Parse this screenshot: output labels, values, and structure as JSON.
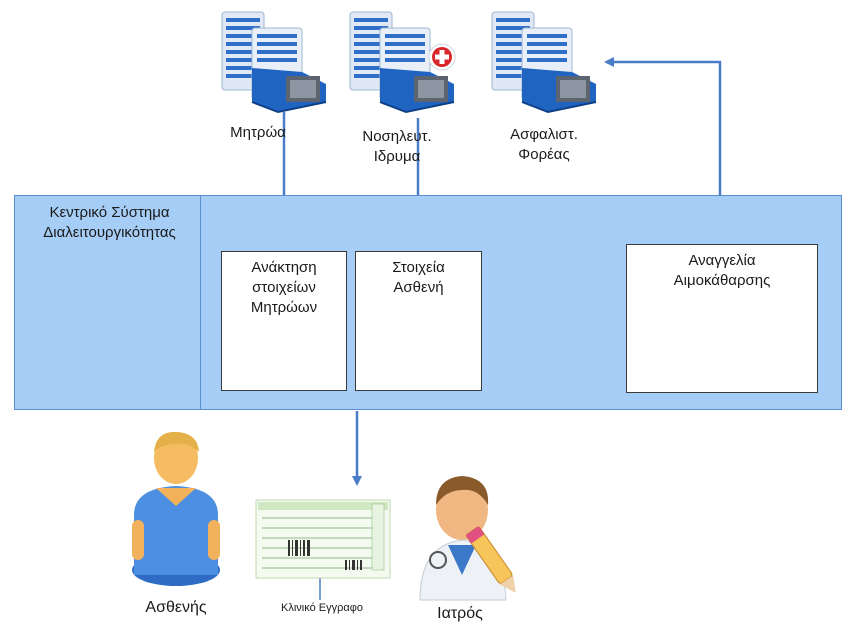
{
  "top_labels": {
    "registries": "Μητρώα",
    "hospital_line1": "Νοσηλευτ.",
    "hospital_line2": "Ιδρυμα",
    "insurer_line1": "Ασφαλιστ.",
    "insurer_line2": "Φορέας"
  },
  "central_system": {
    "title_line1": "Κεντρικό Σύστημα",
    "title_line2": "Διαλειτουργικότητας"
  },
  "boxes": {
    "retrieve_line1": "Ανάκτηση",
    "retrieve_line2": "στοιχείων",
    "retrieve_line3": "Μητρώων",
    "patient_data_line1": "Στοιχεία",
    "patient_data_line2": "Ασθενή",
    "dialysis_line1": "Αναγγελία",
    "dialysis_line2": "Αιμοκάθαρσης"
  },
  "bottom_labels": {
    "patient": "Ασθενής",
    "clinical_document": "Κλινικό Εγγραφο",
    "doctor": "Ιατρός"
  },
  "colors": {
    "band": "#a6cdf5",
    "arrow": "#4a7cc7",
    "building_blue": "#2a6cc4"
  }
}
